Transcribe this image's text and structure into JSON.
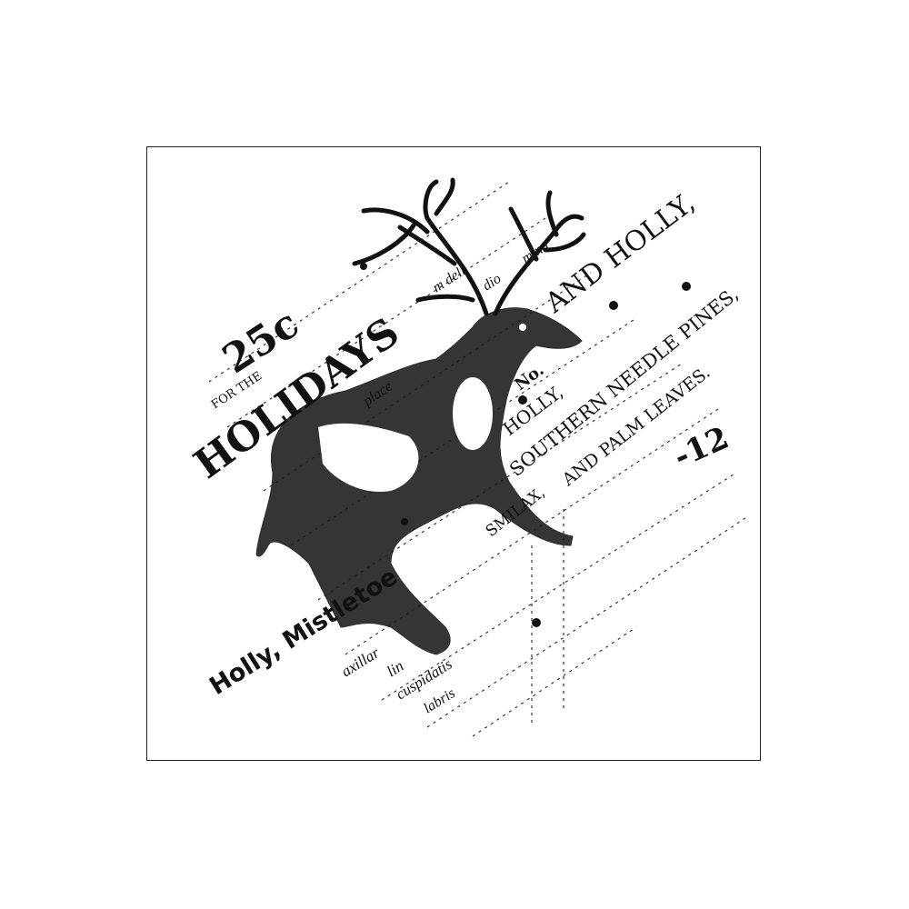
{
  "artwork": {
    "price": "25c",
    "for_the": "FOR THE",
    "holidays": "HOLIDAYS",
    "and_holly": "AND HOLLY,",
    "holly_line": "HOLLY,",
    "southern": "SOUTHERN NEEDLE PINES,",
    "palm": "AND PALM LEAVES.",
    "smilax": "SMILAX,",
    "number": "-12",
    "holly_mistletoe": "Holly, Mistletoe",
    "place": "place",
    "axillar": "axillar",
    "lin": "lin",
    "cuspidatis": "cuspidatis",
    "labris": "labris",
    "no": "No.",
    "mina": "mina",
    "deli": "m deli",
    "dio": "dio",
    "ink_color": "#111111"
  }
}
